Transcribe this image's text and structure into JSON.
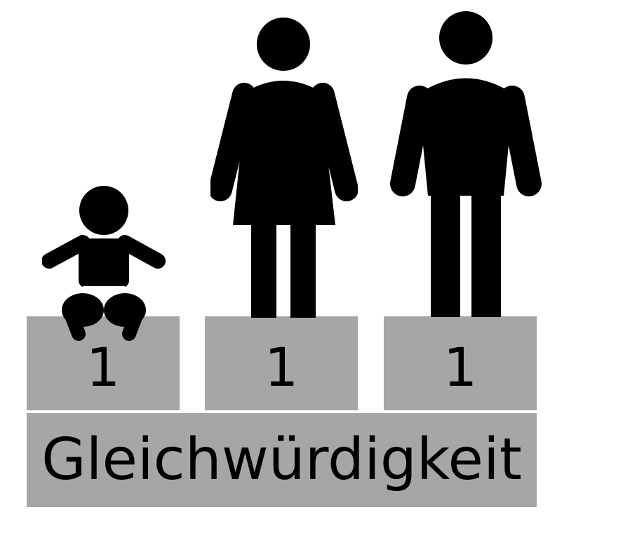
{
  "steps": [
    {
      "label": "1",
      "figure": "baby-icon"
    },
    {
      "label": "1",
      "figure": "woman-icon"
    },
    {
      "label": "1",
      "figure": "man-icon"
    }
  ],
  "base": {
    "label": "Gleichwürdigkeit"
  },
  "colors": {
    "block": "#a6a6a6",
    "figure": "#000000",
    "background": "#ffffff"
  }
}
